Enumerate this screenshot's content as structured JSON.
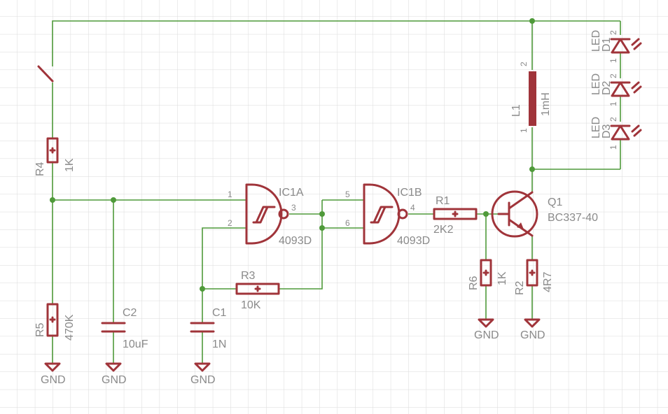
{
  "colors": {
    "wire": "#4f9a3a",
    "part": "#a0343a",
    "text": "#8a8a8a",
    "grid": "#dadada"
  },
  "ground": "GND",
  "components": {
    "R4": {
      "name": "R4",
      "value": "1K"
    },
    "R5": {
      "name": "R5",
      "value": "470K"
    },
    "C2": {
      "name": "C2",
      "value": "10uF"
    },
    "C1": {
      "name": "C1",
      "value": "1N"
    },
    "R3": {
      "name": "R3",
      "value": "10K"
    },
    "IC1A": {
      "name": "IC1A",
      "value": "4093D",
      "pins": [
        "1",
        "2",
        "3"
      ]
    },
    "IC1B": {
      "name": "IC1B",
      "value": "4093D",
      "pins": [
        "5",
        "6",
        "4"
      ]
    },
    "R1": {
      "name": "R1",
      "value": "2K2"
    },
    "Q1": {
      "name": "Q1",
      "value": "BC337-40"
    },
    "R6": {
      "name": "R6",
      "value": "1K"
    },
    "R2": {
      "name": "R2",
      "value": "4R7"
    },
    "L1": {
      "name": "L1",
      "value": "1mH",
      "pins": [
        "2",
        "1"
      ]
    },
    "D1": {
      "name": "D1",
      "value": "LED",
      "pins": [
        "2",
        "1"
      ]
    },
    "D2": {
      "name": "D2",
      "value": "LED",
      "pins": [
        "2",
        "1"
      ]
    },
    "D3": {
      "name": "D3",
      "value": "LED",
      "pins": [
        "2",
        "1"
      ]
    }
  }
}
